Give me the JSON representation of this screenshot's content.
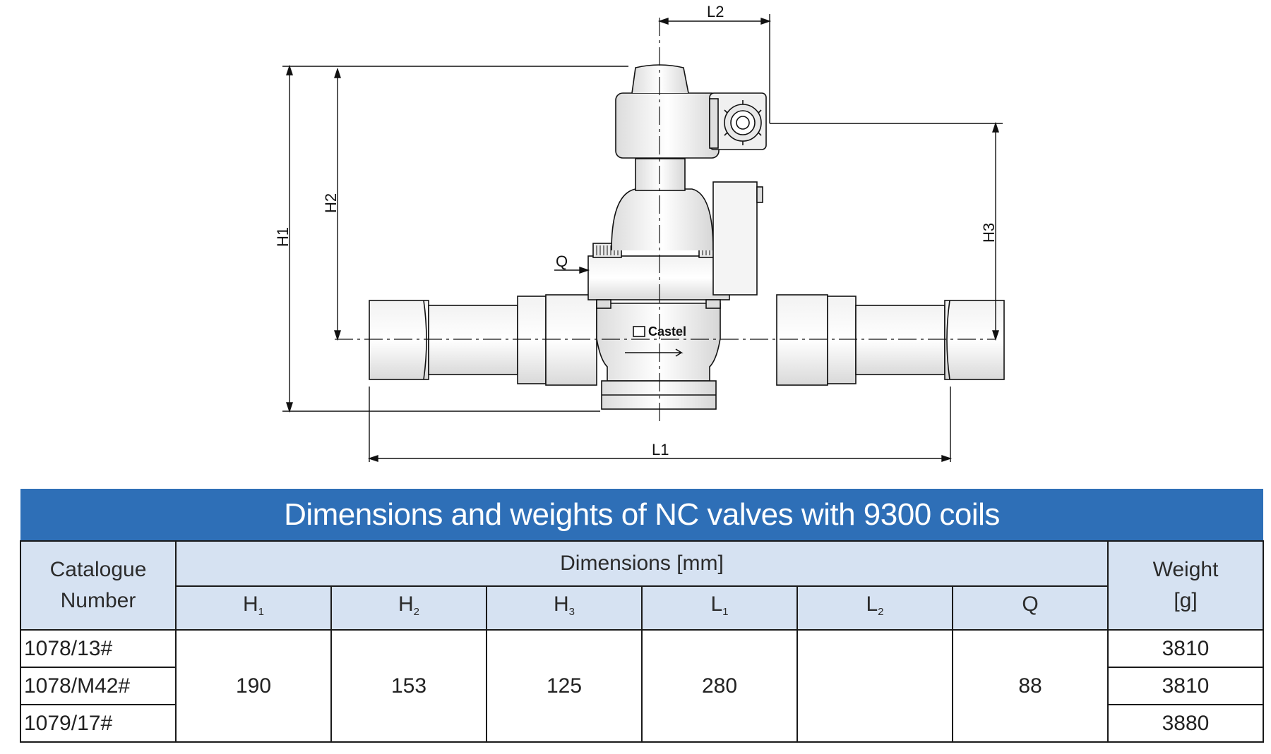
{
  "drawing": {
    "dimension_labels": {
      "L2": "L2",
      "H1": "H1",
      "H2": "H2",
      "H3": "H3",
      "Q": "Q",
      "L1": "L1"
    },
    "brand_mark": "Castel"
  },
  "table": {
    "title": "Dimensions and weights of NC valves with 9300 coils",
    "catalogue_header_line1": "Catalogue",
    "catalogue_header_line2": "Number",
    "dimensions_header": "Dimensions [mm]",
    "weight_header_line1": "Weight",
    "weight_header_line2": "[g]",
    "sub_headers": [
      {
        "main": "H",
        "sub": "1"
      },
      {
        "main": "H",
        "sub": "2"
      },
      {
        "main": "H",
        "sub": "3"
      },
      {
        "main": "L",
        "sub": "1"
      },
      {
        "main": "L",
        "sub": "2"
      },
      {
        "main": "Q",
        "sub": ""
      }
    ],
    "shared_dimensions": {
      "H1": "190",
      "H2": "153",
      "H3": "125",
      "L1": "280",
      "L2": "",
      "Q": "88"
    },
    "rows": [
      {
        "catalogue": "1078/13#",
        "weight": "3810"
      },
      {
        "catalogue": "1078/M42#",
        "weight": "3810"
      },
      {
        "catalogue": "1079/17#",
        "weight": "3880"
      }
    ]
  }
}
